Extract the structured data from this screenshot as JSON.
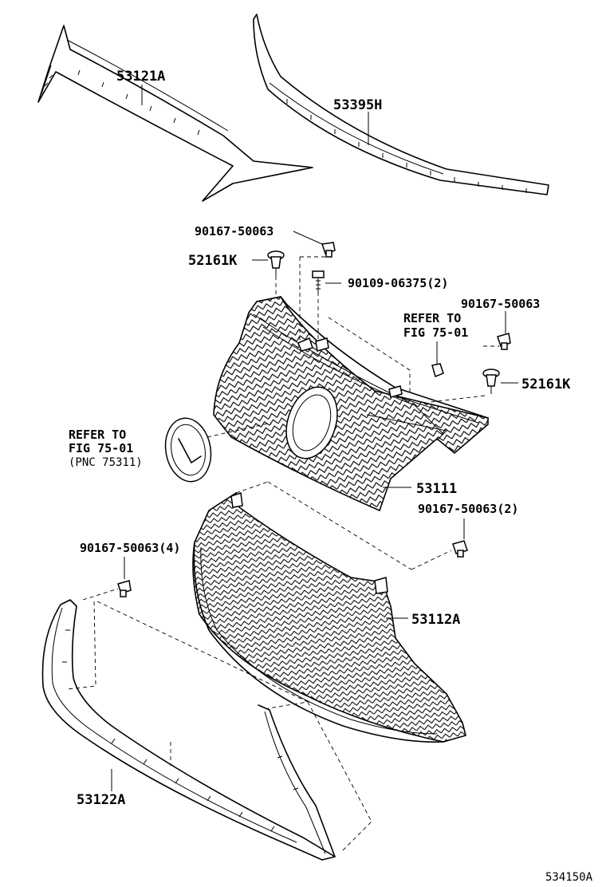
{
  "labels": {
    "p53121A": "53121A",
    "p53395H": "53395H",
    "p90167_50063_top": "90167-50063",
    "p52161K_left": "52161K",
    "p90109_06375": "90109-06375(2)",
    "p90167_50063_right": "90167-50063",
    "refer_top_1": "REFER TO",
    "refer_top_2": "FIG 75-01",
    "p52161K_right": "52161K",
    "refer_left_1": "REFER TO",
    "refer_left_2": "FIG 75-01",
    "refer_left_3": "(PNC 75311)",
    "p53111": "53111",
    "p90167_50063_2": "90167-50063(2)",
    "p90167_50063_4": "90167-50063(4)",
    "p53112A": "53112A",
    "p53122A": "53122A",
    "figure_code": "534150A"
  }
}
